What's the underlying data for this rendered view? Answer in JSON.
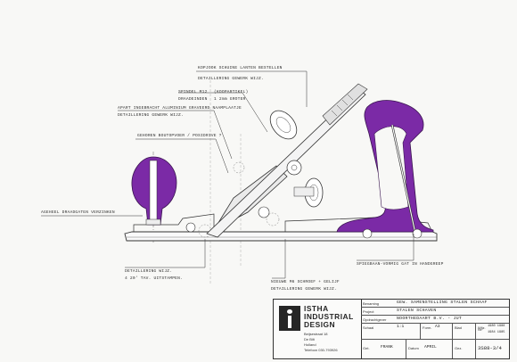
{
  "annotations": {
    "note_purchase": "KOPJOOK SCHUINE LANTEN BESTELLEN",
    "note_detail_1": "DETAILLERING GEWERK WIJZ.",
    "note_spindle_a": "SPINDEL M12",
    "note_spindle_b": "(KOOPARTIKEL)",
    "note_thread_a": "DRAADEINDEN",
    "note_thread_b": "1 2mm GROTER",
    "note_aluminium": "APART INGEBRACHT ALUMINIUM GRAVEERD NAAMPLAATJE",
    "note_detail_2": "DETAILLERING GEWERK WIJZ.",
    "note_bolt": "GEHOREN BOUTOPVOER / POSIDRIVE ?",
    "note_knob_bolt": "AGEHEEL DRAADGATEN VERZINKEN",
    "note_detail_3": "DETAILLERING WIJZ.",
    "note_detail_4": "4 20' TAV. UITSTAMPEN.",
    "note_screw": "NIEUWE M6 SCHROEF + GELIJF",
    "note_detail_5": "DETAILLERING GEWERK WIJZ.",
    "note_handgrip": "SPIEGBAAN-VORMIG GAT IN HANDGREEP"
  },
  "titleblock": {
    "logo_line1": "ISTHA",
    "logo_line2": "INDUSTRIAL",
    "logo_line3": "DESIGN",
    "address_1": "Beijsestraat 18",
    "address_2": "De Bilt",
    "address_3": "Holland",
    "address_4": "Telefoon 030-793926",
    "rows": [
      {
        "label": "Benaming",
        "value": "GEW. SAMENSTELLING STALEN SCHAAF"
      },
      {
        "label": "Project",
        "value": "STALEN SCHAVEN"
      },
      {
        "label": "Opdrachtgever",
        "value": "NOORTHEDAART B.V. - JUT"
      }
    ],
    "schaal_label": "Schaal",
    "schaal_value": "1:1",
    "form_label": "Form.",
    "form_value": "A3",
    "blad_label": "Blad",
    "wijz_label": "Wijz.",
    "wijz_dates_1": "1980 1988",
    "wijz_dates_2": "1984 1985",
    "nr_label": "Nr.",
    "nr_value": "3S88-3/4",
    "get_label": "Get.",
    "get_value": "FRANK",
    "datum_label": "Datum",
    "datum_value": "APRIL",
    "gez_label": "Gez."
  },
  "colors": {
    "purple": "#7b2aa6",
    "ink": "#333333",
    "paper": "#f8f8f6"
  }
}
